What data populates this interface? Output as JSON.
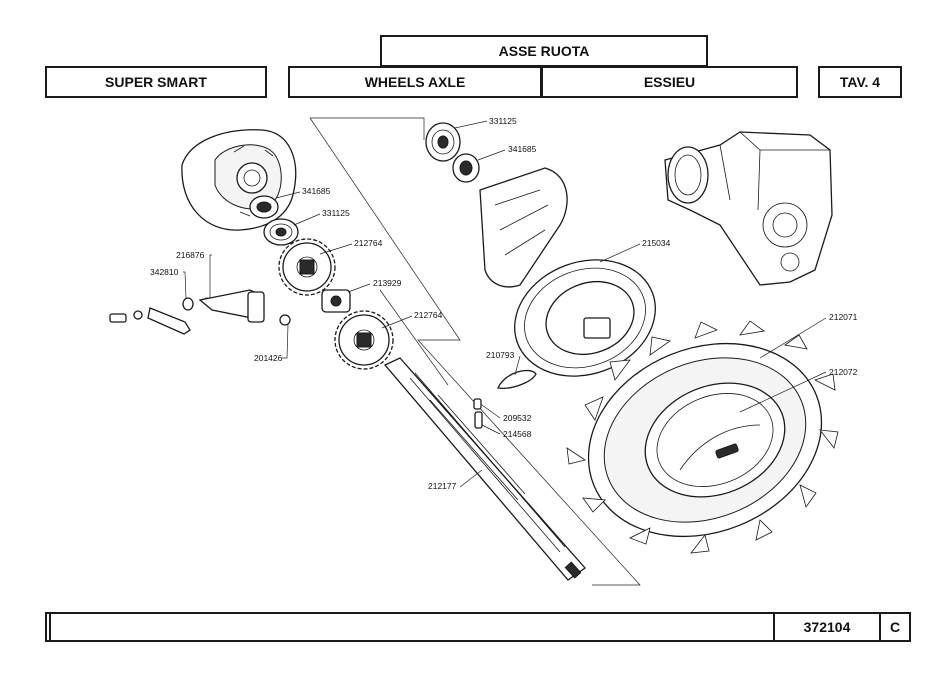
{
  "header": {
    "title": "ASSE RUOTA",
    "model": "SUPER SMART",
    "title_en": "WHEELS AXLE",
    "title_fr": "ESSIEU",
    "table": "TAV. 4"
  },
  "footer": {
    "drawing_code": "372104",
    "revision": "C"
  },
  "parts": {
    "p331125_top": "331125",
    "p341685_top": "341685",
    "p215034": "215034",
    "p212071": "212071",
    "p212072": "212072",
    "p341685_left": "341685",
    "p331125_left": "331125",
    "p212764_a": "212764",
    "p216876": "216876",
    "p342810": "342810",
    "p213929": "213929",
    "p212764_b": "212764",
    "p201426": "201426",
    "p210793": "210793",
    "p209532": "209532",
    "p214568": "214568",
    "p212177": "212177"
  }
}
